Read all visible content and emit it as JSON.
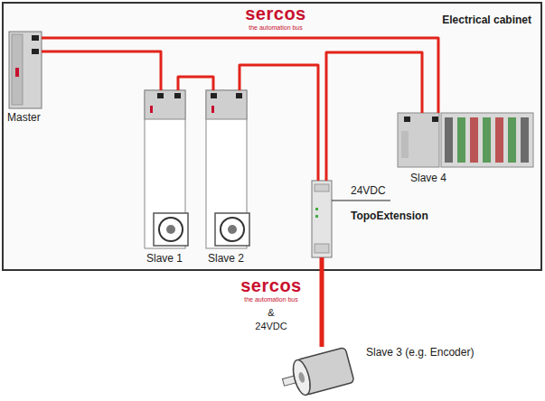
{
  "diagram": {
    "nodes": [
      {
        "text": [
          "Electrical cabinet"
        ]
      },
      {
        "text": [
          "Master"
        ],
        "in": 0
      },
      {
        "text": [
          "Slave 1"
        ],
        "in": 0
      },
      {
        "text": [
          "Slave 2"
        ],
        "in": 0
      },
      {
        "text": [
          "24VDC",
          "TopoExtension"
        ],
        "in": 0
      },
      {
        "text": [
          "Slave 4"
        ],
        "in": 0
      },
      {
        "text": [
          "Slave 3 (e.g. Encoder)"
        ]
      }
    ],
    "edges": [
      {
        "from": 1,
        "to": 2,
        "arrow": "none"
      },
      {
        "from": 2,
        "to": 3,
        "arrow": "none"
      },
      {
        "from": 3,
        "to": 4,
        "arrow": "none"
      },
      {
        "from": 4,
        "to": 5,
        "arrow": "none"
      },
      {
        "from": 5,
        "to": 1,
        "arrow": "none"
      },
      {
        "from": 4,
        "to": 6,
        "arrow": "none"
      }
    ],
    "labels": [
      "sercos",
      "the automation bus",
      "sercos",
      "the automation bus",
      "&",
      "24VDC"
    ]
  }
}
